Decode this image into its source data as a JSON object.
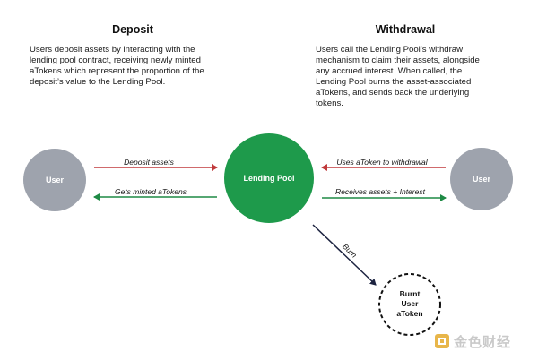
{
  "deposit": {
    "title": "Deposit",
    "description_lines": [
      "Users deposit assets by interacting with the",
      "lending pool contract, receiving newly minted",
      "aTokens which represent the proportion of the",
      "deposit’s value to the Lending Pool."
    ]
  },
  "withdrawal": {
    "title": "Withdrawal",
    "description_lines": [
      "Users call the Lending Pool’s withdraw",
      "mechanism to claim their assets, alongside",
      "any accrued interest. When called, the",
      "Lending Pool burns the asset-associated",
      "aTokens, and sends back the underlying",
      "tokens."
    ]
  },
  "nodes": {
    "left_user": "User",
    "lending_pool": "Lending Pool",
    "right_user": "User",
    "burnt": [
      "Burnt",
      "User",
      "aToken"
    ]
  },
  "edges": {
    "deposit_assets": "Deposit assets",
    "gets_minted": "Gets minted aTokens",
    "uses_atoken": "Uses aToken to withdrawal",
    "receives_assets": "Receives assets + Interest",
    "burn": "Burn"
  },
  "colors": {
    "user_node": "#9ea3ad",
    "lending_pool": "#1e9a4b",
    "red_arrow": "#c0393b",
    "green_arrow": "#1e8a45",
    "dark_arrow": "#1c2340"
  },
  "watermark": {
    "text": "金色财经",
    "icon": "golden-logo-icon"
  }
}
